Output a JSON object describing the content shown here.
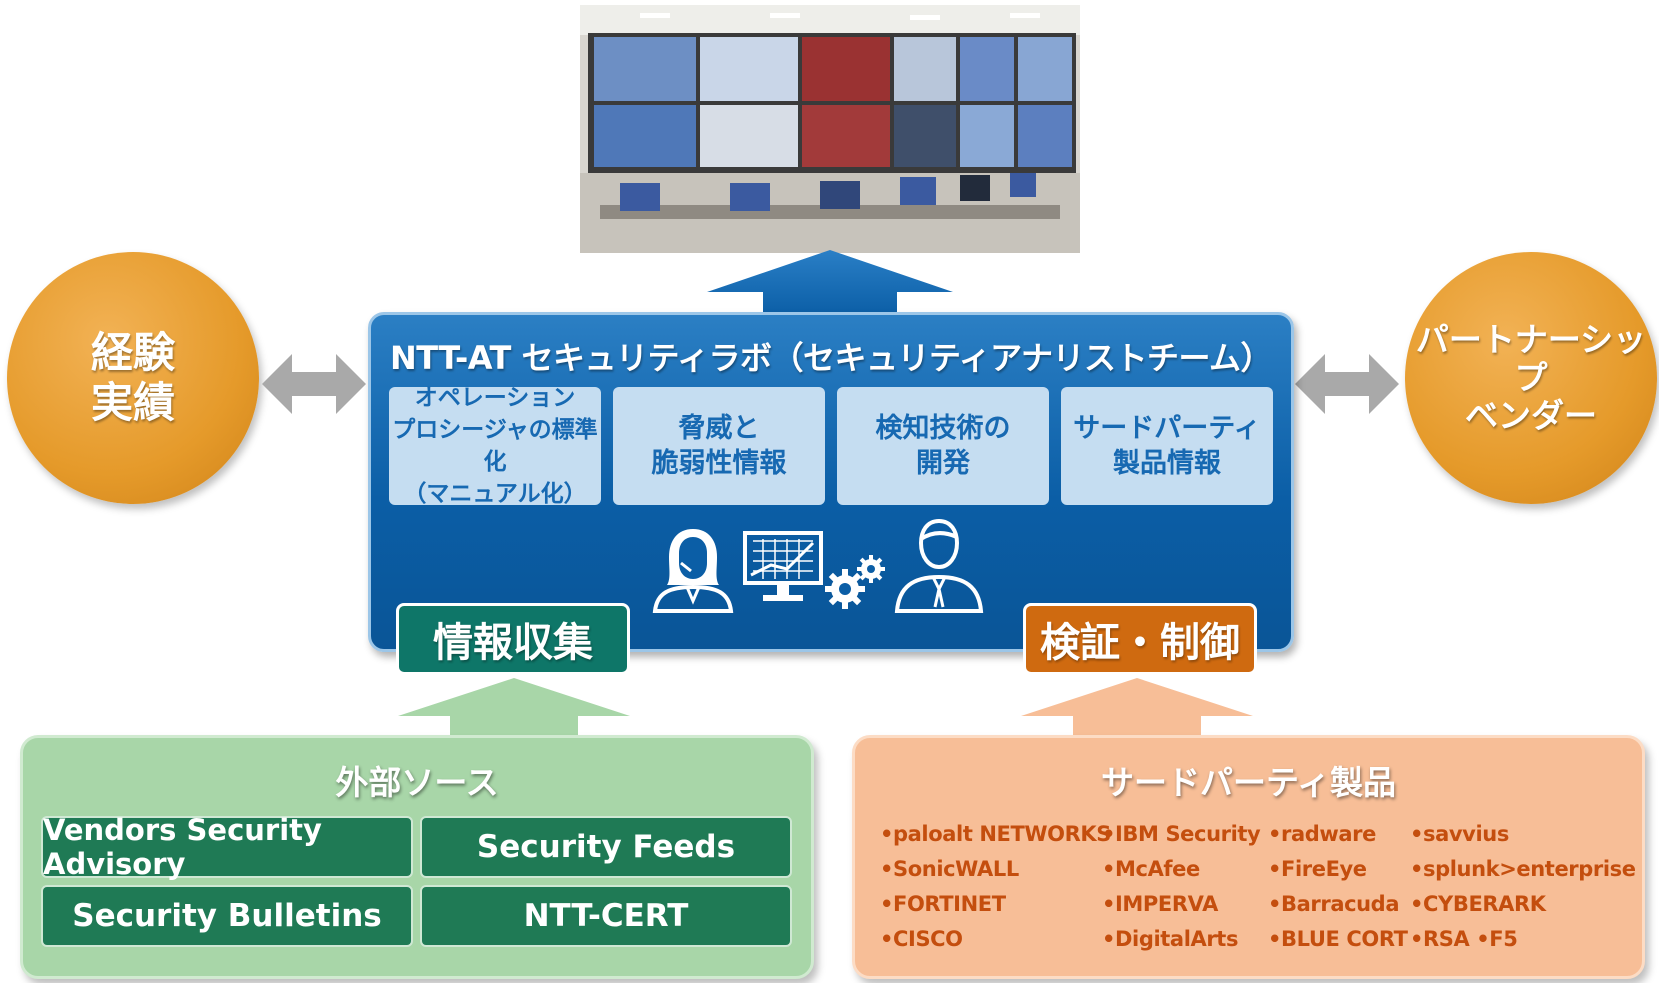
{
  "left_circle": {
    "label": "経験\n実績"
  },
  "right_circle": {
    "label": "パートナーシップ\nベンダー"
  },
  "main": {
    "title": "NTT-AT セキュリティラボ（セキュリティアナリストチーム）",
    "cells": [
      {
        "label": "オペレーション\nプロシージャの標準化\n（マニュアル化）"
      },
      {
        "label": "脅威と\n脆弱性情報"
      },
      {
        "label": "検知技術の\n開発"
      },
      {
        "label": "サードパーティ\n製品情報"
      }
    ],
    "tabs": {
      "left": "情報収集",
      "right": "検証・制御"
    }
  },
  "external_sources": {
    "title": "外部ソース",
    "items": [
      "Vendors Security Advisory",
      "Security Feeds",
      "Security Bulletins",
      "NTT-CERT"
    ]
  },
  "third_party_products": {
    "title": "サードパーティ製品",
    "vendors": [
      [
        "•paloalt NETWORKS",
        "•SonicWALL",
        "•FORTINET",
        "•CISCO"
      ],
      [
        "•IBM Security",
        "•McAfee",
        "•IMPERVA",
        "•DigitalArts"
      ],
      [
        "•radware",
        "•FireEye",
        "•Barracuda",
        "•BLUE CORT"
      ],
      [
        "•savvius",
        "•splunk>enterprise",
        "•CYBERARK",
        "•RSA  •F5"
      ]
    ]
  },
  "colors": {
    "main_blue": "#0b5ea6",
    "cell_blue": "#c5ddf1",
    "circle_orange": "#e59a2a",
    "tab_teal": "#0e7668",
    "tab_orange": "#cf6a10",
    "green_box": "#a8d6a8",
    "source_green": "#1f7a55",
    "orange_box": "#f7be97",
    "vendor_text": "#c44e0e"
  }
}
